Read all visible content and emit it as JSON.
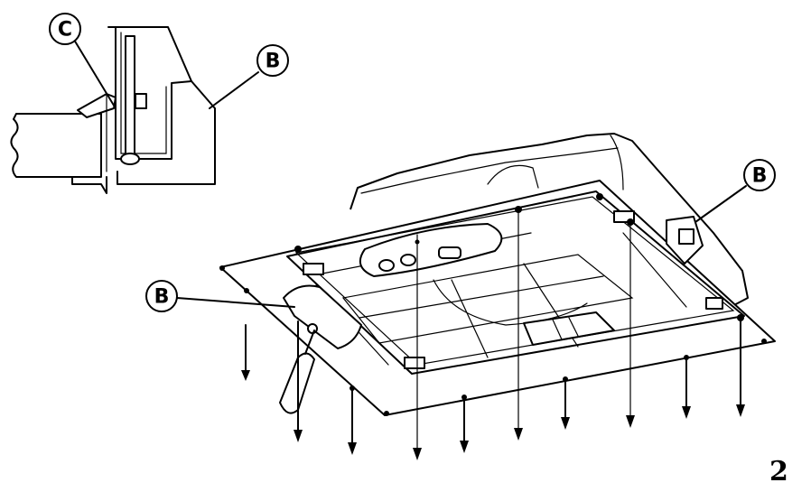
{
  "callouts": {
    "c_detail": "C",
    "b_detail": "B",
    "b_right": "B",
    "b_left": "B"
  },
  "figure_number": "2",
  "colors": {
    "line": "#000000",
    "background": "#ffffff"
  }
}
